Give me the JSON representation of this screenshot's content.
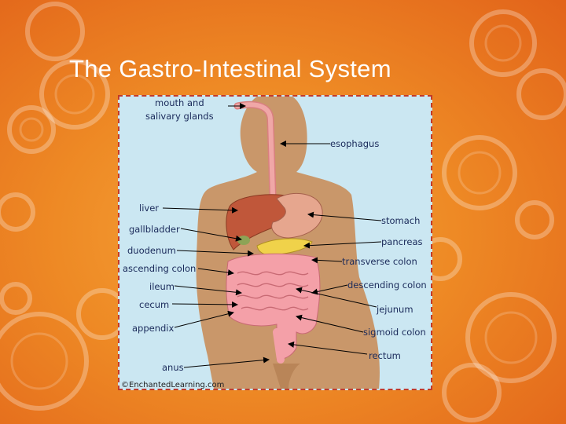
{
  "slide": {
    "title": "The Gastro-Intestinal System"
  },
  "diagram": {
    "labels": {
      "mouth_line1": "mouth and",
      "mouth_line2": "salivary glands",
      "esophagus": "esophagus",
      "liver": "liver",
      "stomach": "stomach",
      "gallbladder": "gallbladder",
      "pancreas": "pancreas",
      "duodenum": "duodenum",
      "transverse_colon": "transverse colon",
      "ascending_colon": "ascending colon",
      "ileum": "ileum",
      "descending_colon": "descending colon",
      "cecum": "cecum",
      "jejunum": "jejunum",
      "appendix": "appendix",
      "sigmoid_colon": "sigmoid colon",
      "rectum": "rectum",
      "anus": "anus"
    },
    "credit": "©EnchantedLearning.com"
  },
  "colors": {
    "background": "#ee8a25",
    "panel": "#cbe7f2",
    "body_skin": "#c9976a",
    "liver": "#c0573a",
    "stomach": "#e6a68e",
    "pancreas": "#f0d24a",
    "intestine": "#f4a0a8",
    "esophagus": "#f0a7a7",
    "label_text": "#1a2a5a"
  }
}
